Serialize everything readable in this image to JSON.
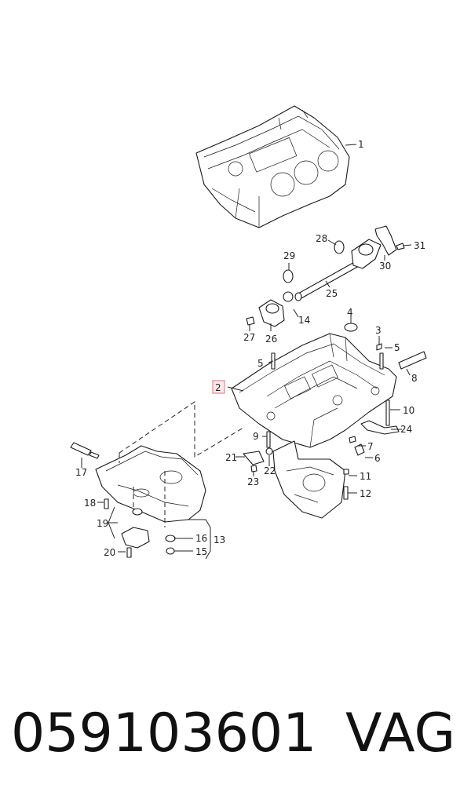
{
  "callouts": [
    {
      "id": "c1",
      "label": "1"
    },
    {
      "id": "c2",
      "label": "2",
      "highlight": true
    },
    {
      "id": "c3",
      "label": "3"
    },
    {
      "id": "c4",
      "label": "4"
    },
    {
      "id": "c5a",
      "label": "5"
    },
    {
      "id": "c5b",
      "label": "5"
    },
    {
      "id": "c6",
      "label": "6"
    },
    {
      "id": "c7",
      "label": "7"
    },
    {
      "id": "c8",
      "label": "8"
    },
    {
      "id": "c9",
      "label": "9"
    },
    {
      "id": "c10",
      "label": "10"
    },
    {
      "id": "c11",
      "label": "11"
    },
    {
      "id": "c12",
      "label": "12"
    },
    {
      "id": "c13",
      "label": "13"
    },
    {
      "id": "c14",
      "label": "14"
    },
    {
      "id": "c15",
      "label": "15"
    },
    {
      "id": "c16",
      "label": "16"
    },
    {
      "id": "c17",
      "label": "17"
    },
    {
      "id": "c18",
      "label": "18"
    },
    {
      "id": "c19",
      "label": "19"
    },
    {
      "id": "c20",
      "label": "20"
    },
    {
      "id": "c21",
      "label": "21"
    },
    {
      "id": "c22",
      "label": "22"
    },
    {
      "id": "c23",
      "label": "23"
    },
    {
      "id": "c24",
      "label": "24"
    },
    {
      "id": "c25",
      "label": "25"
    },
    {
      "id": "c26",
      "label": "26"
    },
    {
      "id": "c27",
      "label": "27"
    },
    {
      "id": "c28",
      "label": "28"
    },
    {
      "id": "c29",
      "label": "29"
    },
    {
      "id": "c30",
      "label": "30"
    },
    {
      "id": "c31",
      "label": "31"
    }
  ],
  "footer": {
    "part_number": "059103601",
    "brand": "VAG"
  },
  "colors": {
    "highlight_fill": "#fde8ea",
    "highlight_stroke": "#e0707a",
    "line": "#222222"
  }
}
